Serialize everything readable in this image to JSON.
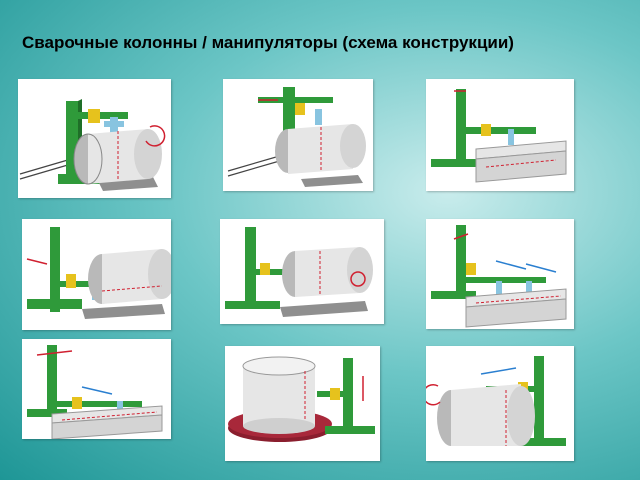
{
  "title": "Сварочные колонны / манипуляторы (схема конструкции)",
  "colors": {
    "column": "#2f9a3a",
    "column_dark": "#1f6f28",
    "boom": "#2f9a3a",
    "head": "#e6c21d",
    "torch": "#88c4e0",
    "pipe": "#e6e6e6",
    "pipe_shade": "#b9b9b9",
    "roller": "#8f8f8f",
    "arrow_red": "#d02030",
    "arrow_blue": "#2a7fd0",
    "turntable": "#8a1e2e"
  },
  "panels": [
    {
      "id": "pipe-rotation-left",
      "subject": "pipe on rollers"
    },
    {
      "id": "pipe-rotation-center",
      "subject": "pipe on rollers"
    },
    {
      "id": "beam-seam",
      "subject": "beam"
    },
    {
      "id": "pipe-longitudinal",
      "subject": "pipe on rollers"
    },
    {
      "id": "pipe-circumferential",
      "subject": "pipe on rollers"
    },
    {
      "id": "beam-double-seam",
      "subject": "beam"
    },
    {
      "id": "beam-long-boom",
      "subject": "beam"
    },
    {
      "id": "vessel-turntable",
      "subject": "vessel on turntable"
    },
    {
      "id": "pipe-overhead",
      "subject": "pipe"
    }
  ]
}
